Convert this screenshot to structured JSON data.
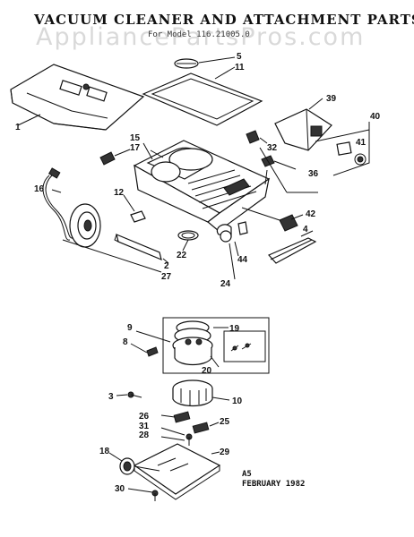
{
  "title": "VACUUM CLEANER AND ATTACHMENT PARTS",
  "subtitle": "For Model 116.21005.0",
  "watermark": "AppliancePartsPros.com",
  "footer": {
    "code": "A5",
    "date": "FEBRUARY 1982"
  },
  "part_labels": [
    "1",
    "2",
    "3",
    "4",
    "5",
    "8",
    "9",
    "10",
    "11",
    "12",
    "15",
    "16",
    "17",
    "18",
    "19",
    "20",
    "22",
    "24",
    "25",
    "26",
    "27",
    "28",
    "29",
    "30",
    "31",
    "32",
    "36",
    "39",
    "40",
    "41",
    "42",
    "44"
  ]
}
